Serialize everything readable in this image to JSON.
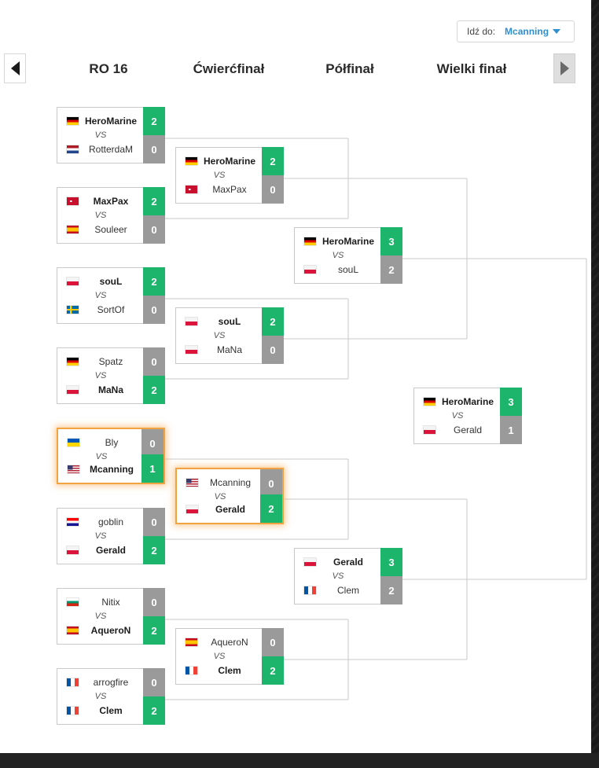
{
  "goto": {
    "label": "Idź do:",
    "value": "Mcanning"
  },
  "rounds": [
    "RO 16",
    "Ćwierćfinał",
    "Półfinał",
    "Wielki finał"
  ],
  "vs_label": "VS",
  "colors": {
    "win": "#1cb56b",
    "lose": "#9a9a9a",
    "highlight": "#f0a441",
    "link": "#2f8fd0"
  },
  "matches": [
    {
      "round": 0,
      "slot": 0,
      "p1": {
        "name": "HeroMarine",
        "flag": "de",
        "score": "2"
      },
      "p2": {
        "name": "RotterdaM",
        "flag": "nl",
        "score": "0"
      },
      "winner": 1,
      "highlight": false
    },
    {
      "round": 0,
      "slot": 1,
      "p1": {
        "name": "MaxPax",
        "flag": "dk",
        "score": "2"
      },
      "p2": {
        "name": "Souleer",
        "flag": "es",
        "score": "0"
      },
      "winner": 1,
      "highlight": false
    },
    {
      "round": 0,
      "slot": 2,
      "p1": {
        "name": "souL",
        "flag": "pl",
        "score": "2"
      },
      "p2": {
        "name": "SortOf",
        "flag": "se",
        "score": "0"
      },
      "winner": 1,
      "highlight": false
    },
    {
      "round": 0,
      "slot": 3,
      "p1": {
        "name": "Spatz",
        "flag": "de",
        "score": "0"
      },
      "p2": {
        "name": "MaNa",
        "flag": "pl",
        "score": "2"
      },
      "winner": 2,
      "highlight": false
    },
    {
      "round": 0,
      "slot": 4,
      "p1": {
        "name": "Bly",
        "flag": "ua",
        "score": "0"
      },
      "p2": {
        "name": "Mcanning",
        "flag": "us",
        "score": "1"
      },
      "winner": 2,
      "highlight": true
    },
    {
      "round": 0,
      "slot": 5,
      "p1": {
        "name": "goblin",
        "flag": "hr",
        "score": "0"
      },
      "p2": {
        "name": "Gerald",
        "flag": "pl",
        "score": "2"
      },
      "winner": 2,
      "highlight": false
    },
    {
      "round": 0,
      "slot": 6,
      "p1": {
        "name": "Nitix",
        "flag": "bg",
        "score": "0"
      },
      "p2": {
        "name": "AqueroN",
        "flag": "es",
        "score": "2"
      },
      "winner": 2,
      "highlight": false
    },
    {
      "round": 0,
      "slot": 7,
      "p1": {
        "name": "arrogfire",
        "flag": "fr",
        "score": "0"
      },
      "p2": {
        "name": "Clem",
        "flag": "fr",
        "score": "2"
      },
      "winner": 2,
      "highlight": false
    },
    {
      "round": 1,
      "slot": 0,
      "p1": {
        "name": "HeroMarine",
        "flag": "de",
        "score": "2"
      },
      "p2": {
        "name": "MaxPax",
        "flag": "dk",
        "score": "0"
      },
      "winner": 1,
      "highlight": false
    },
    {
      "round": 1,
      "slot": 1,
      "p1": {
        "name": "souL",
        "flag": "pl",
        "score": "2"
      },
      "p2": {
        "name": "MaNa",
        "flag": "pl",
        "score": "0"
      },
      "winner": 1,
      "highlight": false
    },
    {
      "round": 1,
      "slot": 2,
      "p1": {
        "name": "Mcanning",
        "flag": "us",
        "score": "0"
      },
      "p2": {
        "name": "Gerald",
        "flag": "pl",
        "score": "2"
      },
      "winner": 2,
      "highlight": true
    },
    {
      "round": 1,
      "slot": 3,
      "p1": {
        "name": "AqueroN",
        "flag": "es",
        "score": "0"
      },
      "p2": {
        "name": "Clem",
        "flag": "fr",
        "score": "2"
      },
      "winner": 2,
      "highlight": false
    },
    {
      "round": 2,
      "slot": 0,
      "p1": {
        "name": "HeroMarine",
        "flag": "de",
        "score": "3"
      },
      "p2": {
        "name": "souL",
        "flag": "pl",
        "score": "2"
      },
      "winner": 1,
      "highlight": false
    },
    {
      "round": 2,
      "slot": 1,
      "p1": {
        "name": "Gerald",
        "flag": "pl",
        "score": "3"
      },
      "p2": {
        "name": "Clem",
        "flag": "fr",
        "score": "2"
      },
      "winner": 1,
      "highlight": false
    },
    {
      "round": 3,
      "slot": 0,
      "p1": {
        "name": "HeroMarine",
        "flag": "de",
        "score": "3"
      },
      "p2": {
        "name": "Gerald",
        "flag": "pl",
        "score": "1"
      },
      "winner": 1,
      "highlight": false
    }
  ]
}
